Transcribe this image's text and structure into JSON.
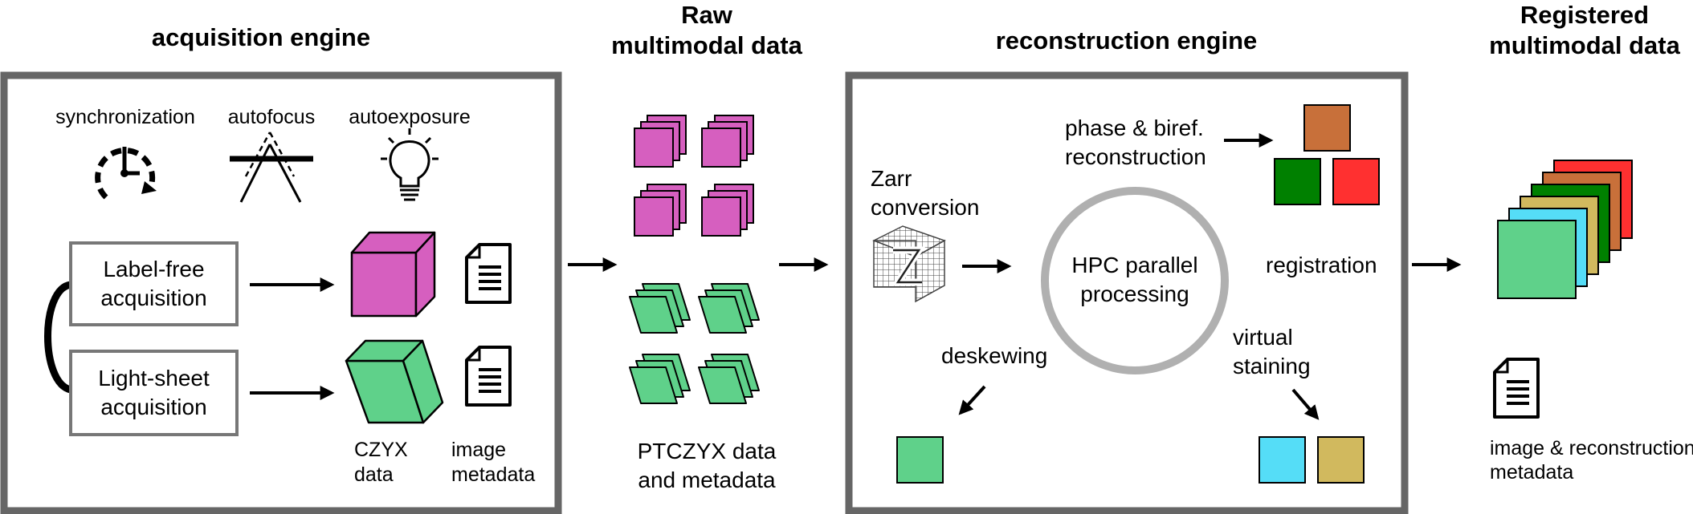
{
  "acquisition": {
    "title": "acquisition engine",
    "sync_label": "synchronization",
    "autofocus_label": "autofocus",
    "autoexposure_label": "autoexposure",
    "labelfree_line1": "Label-free",
    "labelfree_line2": "acquisition",
    "lightsheet_line1": "Light-sheet",
    "lightsheet_line2": "acquisition",
    "czyx_line1": "CZYX",
    "czyx_line2": "data",
    "meta_line1": "image",
    "meta_line2": "metadata",
    "icons": [
      "clock-icon",
      "autofocus-icon",
      "lightbulb-icon",
      "cube-icon",
      "document-icon"
    ]
  },
  "raw": {
    "title_line1": "Raw",
    "title_line2": "multimodal data",
    "caption_line1": "PTCZYX data",
    "caption_line2": "and metadata"
  },
  "reconstruction": {
    "title": "reconstruction engine",
    "zarr_line1": "Zarr",
    "zarr_line2": "conversion",
    "phase_line1": "phase & biref.",
    "phase_line2": "reconstruction",
    "hpc_line1": "HPC parallel",
    "hpc_line2": "processing",
    "registration": "registration",
    "deskewing": "deskewing",
    "virtual_line1": "virtual",
    "virtual_line2": "staining"
  },
  "registered": {
    "title_line1": "Registered",
    "title_line2": "multimodal data",
    "meta_line1": "image & reconstruction",
    "meta_line2": "metadata"
  },
  "colors": {
    "magenta": "#d65fbf",
    "green": "#5fd18a",
    "dark_green": "#008000",
    "red": "#ff3030",
    "orange": "#c8703a",
    "cyan": "#55ddf7",
    "khaki": "#d1b95e",
    "frame": "#666666",
    "box_border": "#777777",
    "circle": "#b0b0b0"
  }
}
